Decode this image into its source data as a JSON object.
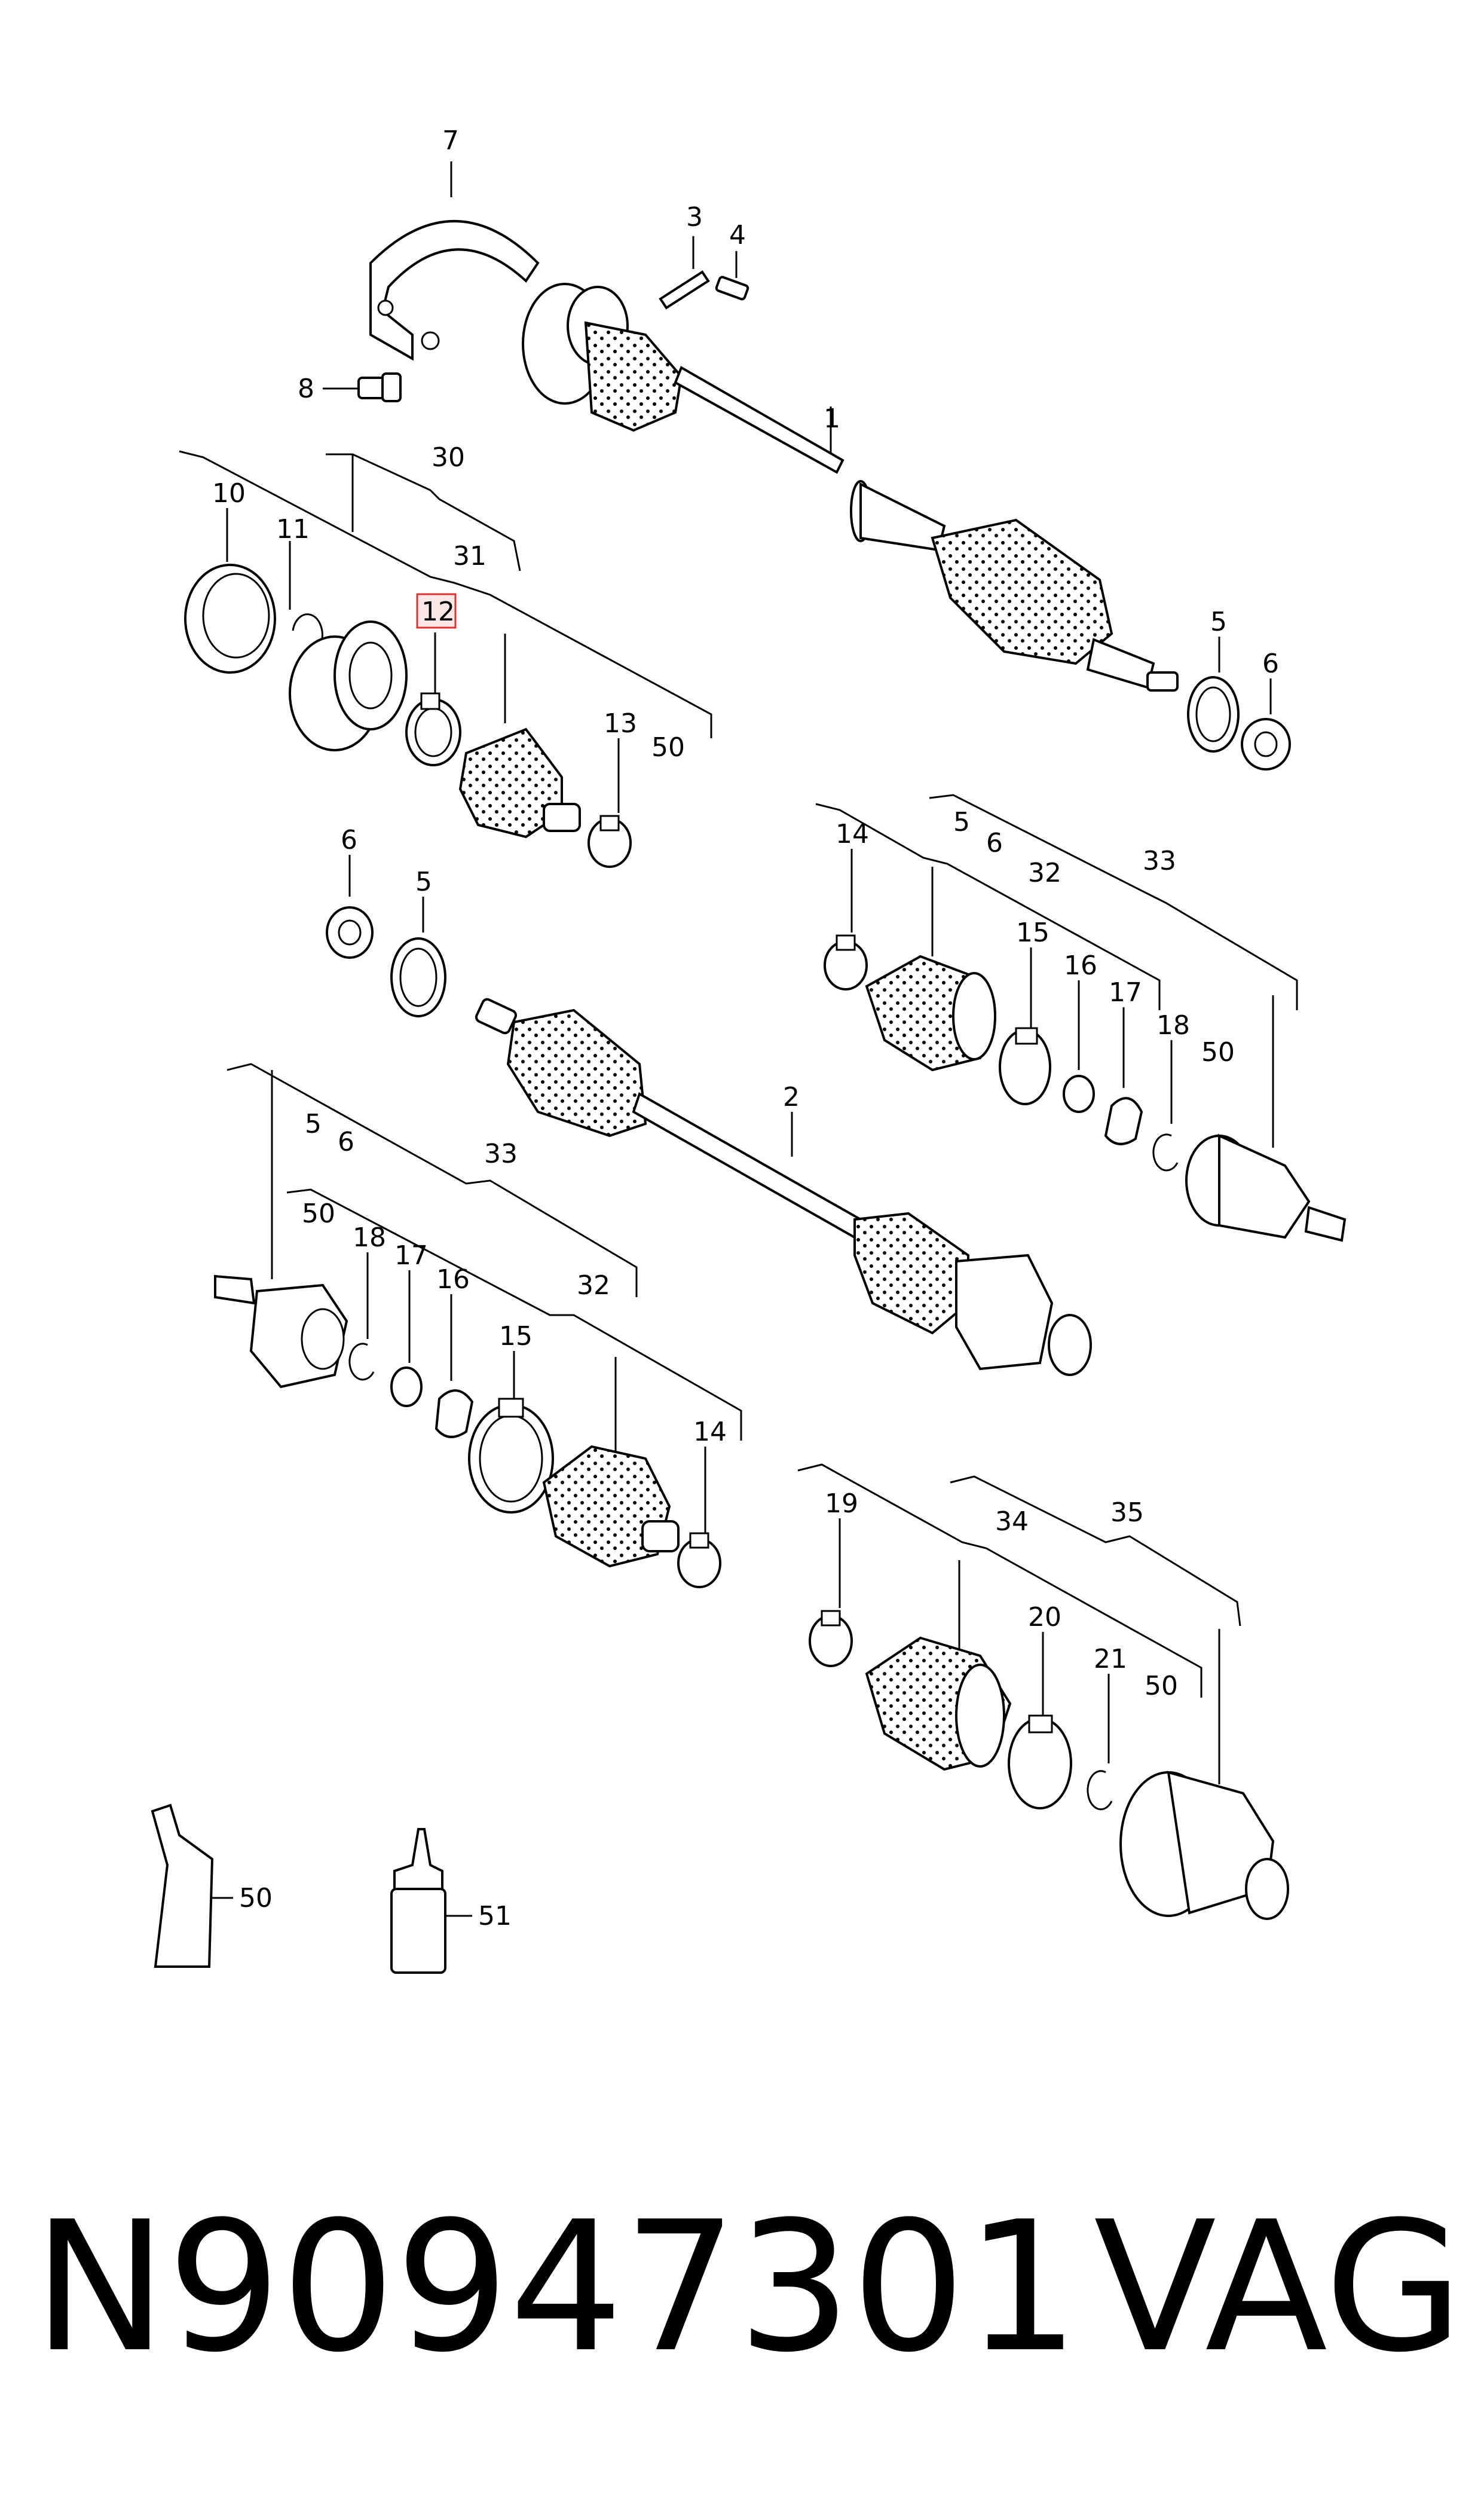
{
  "diagram": {
    "callouts": [
      "1",
      "2",
      "3",
      "4",
      "5",
      "6",
      "7",
      "8",
      "10",
      "11",
      "12",
      "13",
      "14",
      "15",
      "16",
      "17",
      "18",
      "19",
      "20",
      "21",
      "30",
      "31",
      "32",
      "33",
      "34",
      "35",
      "50",
      "51"
    ],
    "highlighted_callout": "12",
    "highlight_color": "#d33333"
  },
  "footer": {
    "part_number": "N90947301",
    "brand": "VAG"
  }
}
